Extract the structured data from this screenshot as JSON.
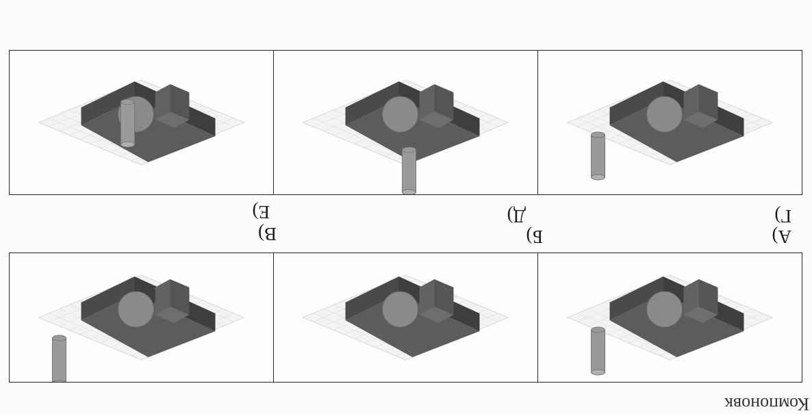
{
  "caption_fragment": "Компоновк",
  "figures": [
    {
      "id": "a",
      "label": "А)",
      "variant": "pillar-left-front"
    },
    {
      "id": "b",
      "label": "Б)",
      "variant": "no-pillar"
    },
    {
      "id": "v",
      "label": "В)",
      "variant": "pillar-left-back"
    },
    {
      "id": "g",
      "label": "Г)",
      "variant": "pillar-left-front"
    },
    {
      "id": "d",
      "label": "Д)",
      "variant": "pillar-right-back"
    },
    {
      "id": "e",
      "label": "Е)",
      "variant": "pillar-right-front"
    }
  ],
  "colors": {
    "base_top": "#5c5c5c",
    "base_front": "#3e3e3e",
    "base_side": "#4a4a4a",
    "block": "#6e6e6e",
    "sphere": "#8a8a8a",
    "pillar": "#9a9a9a",
    "grid": "#d8d8d8"
  }
}
